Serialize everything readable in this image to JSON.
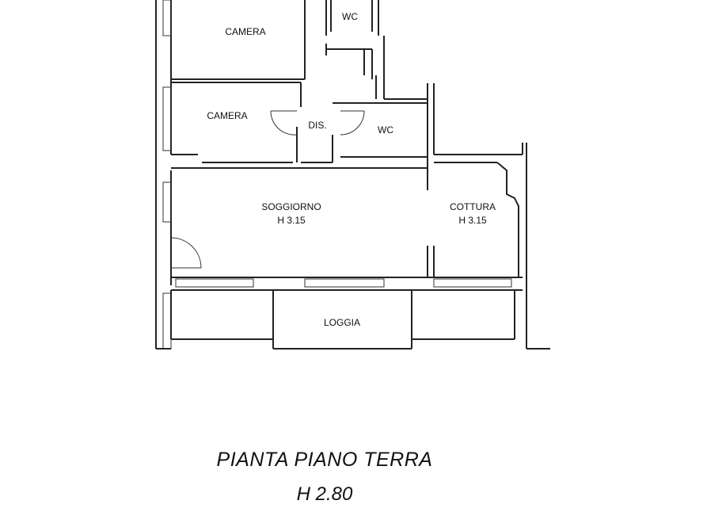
{
  "rooms": {
    "camera_top": "CAMERA",
    "wc_top": "WC",
    "camera_left": "CAMERA",
    "dis": "DIS.",
    "wc_mid": "WC",
    "soggiorno": "SOGGIORNO",
    "soggiorno_height": "H 3.15",
    "cottura": "COTTURA",
    "cottura_height": "H 3.15",
    "loggia": "LOGGIA"
  },
  "caption": {
    "title": "PIANTA PIANO TERRA",
    "height": "H 2.80"
  }
}
